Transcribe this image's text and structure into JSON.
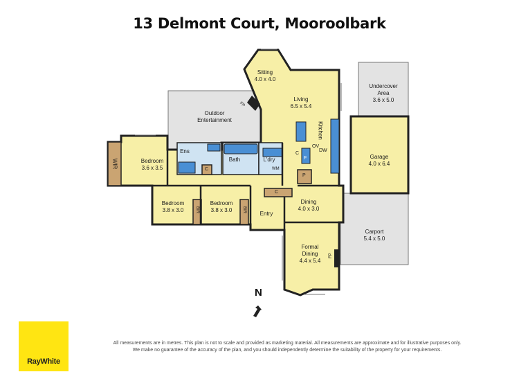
{
  "title": "13 Delmont Court, Mooroolbark",
  "rooms": {
    "sitting": {
      "name": "Sitting",
      "dims": "4.0 x 4.0"
    },
    "living": {
      "name": "Living",
      "dims": "6.5 x 5.4"
    },
    "outdoor": {
      "name": "Outdoor",
      "name2": "Entertainment"
    },
    "undercover": {
      "name": "Undercover",
      "name2": "Area",
      "dims": "3.6 x 5.0"
    },
    "kitchen": {
      "name": "Kitchen"
    },
    "garage": {
      "name": "Garage",
      "dims": "4.0 x 6.4"
    },
    "bedroom_main": {
      "name": "Bedroom",
      "dims": "3.6 x 3.5"
    },
    "wir": {
      "name": "WIR"
    },
    "ens": {
      "name": "Ens"
    },
    "bath": {
      "name": "Bath"
    },
    "laundry": {
      "name": "L'dry"
    },
    "bedroom2": {
      "name": "Bedroom",
      "dims": "3.8 x 3.0"
    },
    "bedroom3": {
      "name": "Bedroom",
      "dims": "3.8 x 3.0"
    },
    "bir1": {
      "name": "BIR"
    },
    "bir2": {
      "name": "BIR"
    },
    "dining": {
      "name": "Dining",
      "dims": "4.0 x 3.0"
    },
    "entry": {
      "name": "Entry"
    },
    "carport": {
      "name": "Carport",
      "dims": "5.4 x 5.0"
    },
    "formal": {
      "name": "Formal",
      "name2": "Dining",
      "dims": "4.4 x 5.4"
    }
  },
  "fixtures": {
    "fp_living": "FP",
    "fp_formal": "FP",
    "ov": "OV",
    "dw": "DW",
    "wm": "WM",
    "pantry": "P",
    "c_ens": "C",
    "c_kitchen": "C",
    "c_hall": "C",
    "f": "F"
  },
  "compass": "N",
  "disclaimer": "All measurements are in metres. This plan is not to scale and provided as marketing material. All measurements are approximate and for illustrative purposes only. We make no guarantee of the accuracy of the plan, and you should independently determine the suitability of the property for your requirements.",
  "logo": "RayWhite",
  "colors": {
    "room": "#f7efa7",
    "outdoor": "#e3e3e3",
    "wet": "#cfe3f2",
    "cabinet": "#4a8fd4",
    "wall": "#222222",
    "logo": "#ffe512"
  }
}
